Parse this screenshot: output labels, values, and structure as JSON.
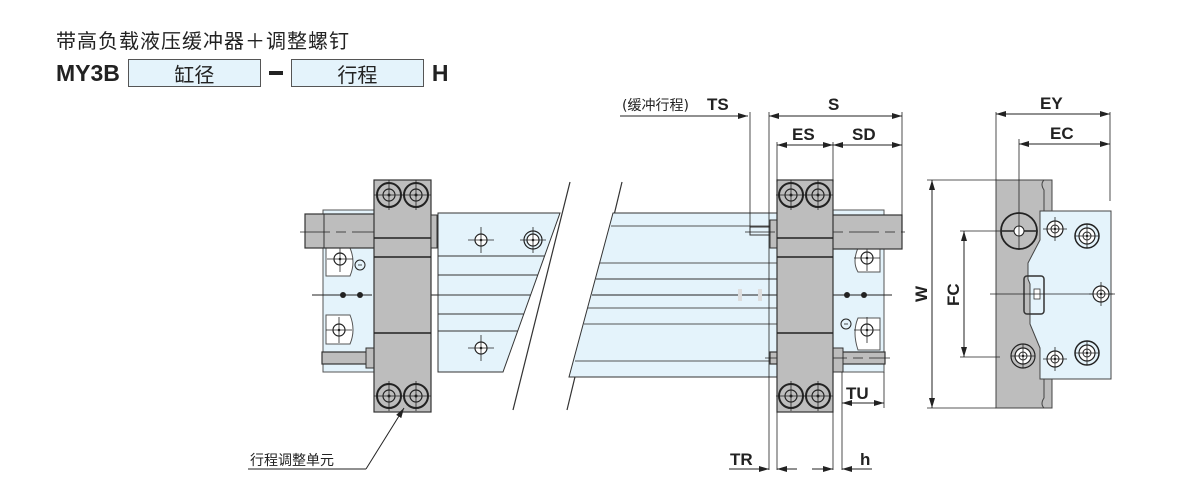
{
  "header": {
    "title": "带高负载液压缓冲器＋调整螺钉",
    "model_prefix": "MY3B",
    "bore_field": "缸径",
    "stroke_field": "行程",
    "suffix": "H"
  },
  "dimensions": {
    "ts_note": "(缓冲行程)",
    "ts": "TS",
    "s": "S",
    "es": "ES",
    "sd": "SD",
    "ey": "EY",
    "ec": "EC",
    "w": "W",
    "fc": "FC",
    "tu": "TU",
    "tr": "TR",
    "h": "h"
  },
  "callouts": {
    "stroke_adjust_unit": "行程调整单元"
  },
  "colors": {
    "body_fill": "#e4f3fb",
    "block_fill": "#bdbdbd",
    "line": "#222222"
  }
}
